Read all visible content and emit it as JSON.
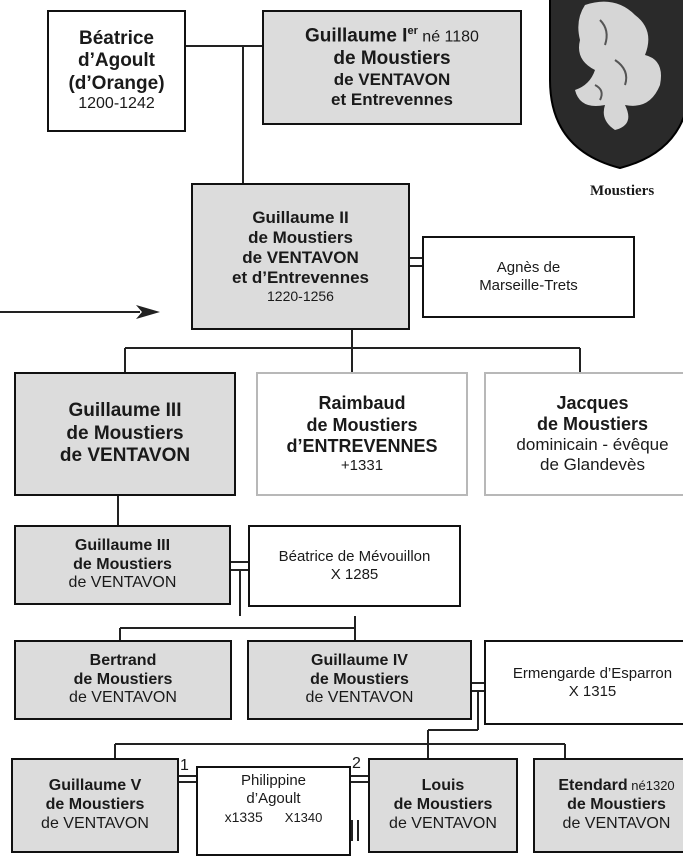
{
  "caption": "Moustiers",
  "persons": {
    "beatrice_agoult": {
      "l1": "Béatrice",
      "l2": "d’Agoult",
      "l3": "(d’Orange)",
      "l4": "1200-1242"
    },
    "guillaume_1": {
      "name": "Guillaume I",
      "sup": "er",
      "born": " né 1180",
      "l2": "de Moustiers",
      "l3": "de VENTAVON",
      "l4": "et Entrevennes"
    },
    "guillaume_2": {
      "l1": "Guillaume II",
      "l2": "de Moustiers",
      "l3": "de VENTAVON",
      "l4": "et d’Entrevennes",
      "l5": "1220-1256"
    },
    "agnes": {
      "l1": "Agnès de",
      "l2": "Marseille-Trets"
    },
    "guillaume_3a": {
      "l1": "Guillaume III",
      "l2": "de Moustiers",
      "l3": "de VENTAVON"
    },
    "raimbaud": {
      "l1": "Raimbaud",
      "l2": "de Moustiers",
      "l3": "d’ENTREVENNES",
      "l4": "+1331"
    },
    "jacques": {
      "l1": "Jacques",
      "l2": "de Moustiers",
      "l3": "dominicain - évêque",
      "l4": "de Glandevès"
    },
    "guillaume_3b": {
      "l1": "Guillaume III",
      "l2": "de Moustiers",
      "l3": "de VENTAVON"
    },
    "beatrice_mevouillon": {
      "l1": "Béatrice de Mévouillon",
      "l2": "X 1285"
    },
    "bertrand": {
      "l1": "Bertrand",
      "l2": "de Moustiers",
      "l3": "de VENTAVON"
    },
    "guillaume_4": {
      "l1": "Guillaume IV",
      "l2": "de Moustiers",
      "l3": "de VENTAVON"
    },
    "ermengarde": {
      "l1": "Ermengarde d’Esparron",
      "l2": "X 1315"
    },
    "guillaume_5": {
      "l1": "Guillaume V",
      "l2": "de Moustiers",
      "l3": "de VENTAVON"
    },
    "philippine": {
      "l1": "Philippine",
      "l2": "d’Agoult",
      "l3a": "x1335",
      "l3b": "X1340"
    },
    "louis": {
      "l1": "Louis",
      "l2": "de Moustiers",
      "l3": "de VENTAVON"
    },
    "etendard": {
      "name": "Etendard",
      "born": " né1320",
      "l2": "de Moustiers",
      "l3": "de VENTAVON"
    }
  },
  "marriage_numbers": {
    "first": "1",
    "second": "2"
  }
}
